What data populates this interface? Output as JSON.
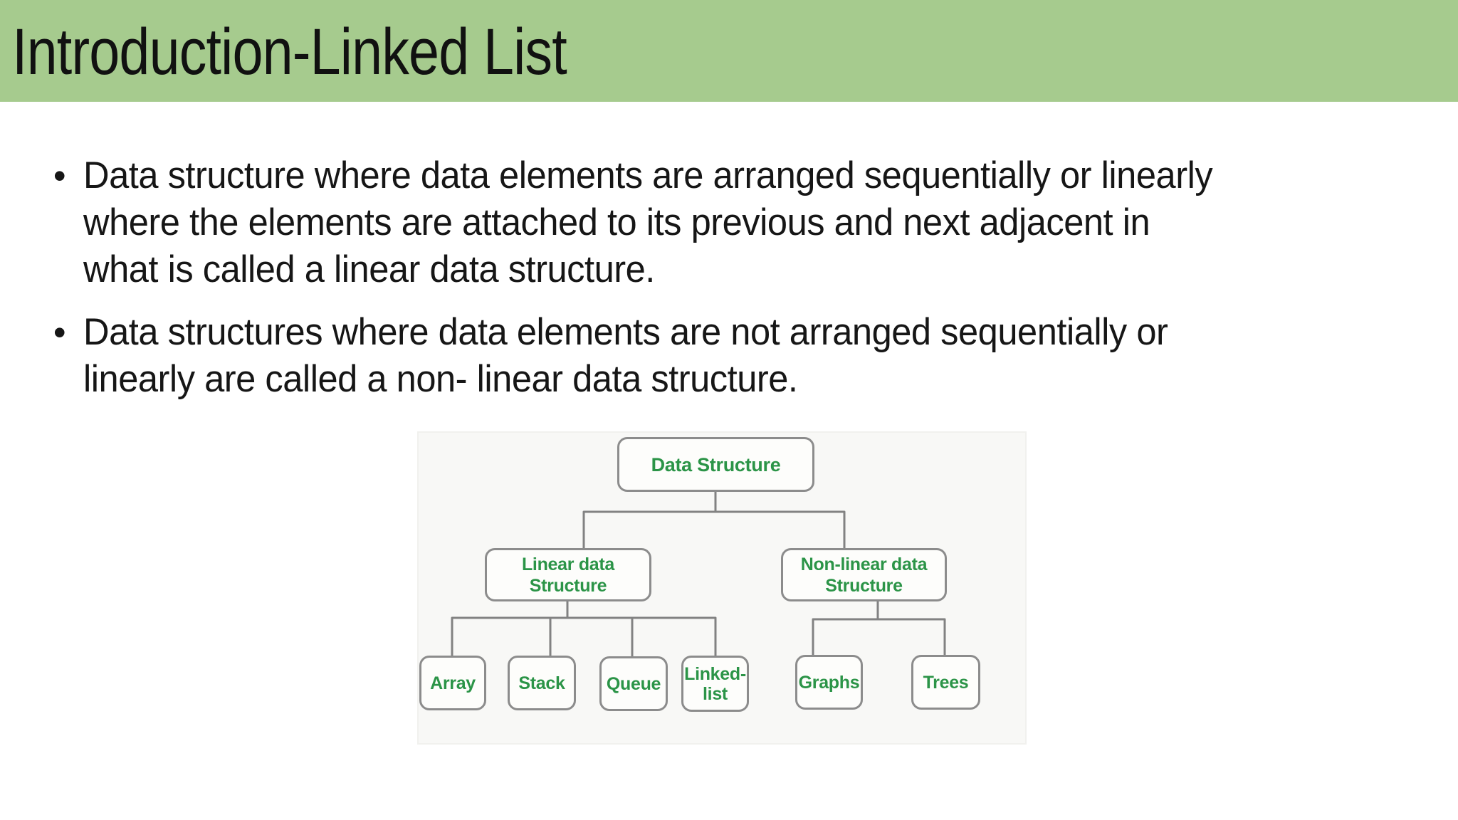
{
  "header": {
    "title": "Introduction-Linked List"
  },
  "bullet_glyph": "•",
  "bullets": [
    {
      "lines": [
        "Data structure where data elements are arranged sequentially or linearly",
        "where the elements are attached to its previous and next adjacent in",
        "what is called a linear data structure."
      ]
    },
    {
      "lines": [
        "Data structures where data elements are not arranged sequentially or",
        "linearly are called a non- linear data structure."
      ]
    }
  ],
  "diagram": {
    "nodes": {
      "root": {
        "label": "Data Structure"
      },
      "linear": {
        "line1": "Linear data",
        "line2": "Structure"
      },
      "nonlinear": {
        "line1": "Non-linear data",
        "line2": "Structure"
      },
      "array": {
        "label": "Array"
      },
      "stack": {
        "label": "Stack"
      },
      "queue": {
        "label": "Queue"
      },
      "linkedlist": {
        "line1": "Linked-",
        "line2": "list"
      },
      "graphs": {
        "label": "Graphs"
      },
      "trees": {
        "label": "Trees"
      }
    },
    "hierarchy": {
      "Data Structure": {
        "Linear data Structure": [
          "Array",
          "Stack",
          "Queue",
          "Linked-list"
        ],
        "Non-linear data Structure": [
          "Graphs",
          "Trees"
        ]
      }
    }
  },
  "colors": {
    "header_bg": "#a6cb8e",
    "title_text": "#111111",
    "body_text": "#161616",
    "node_text_green": "#2b9447",
    "node_border_gray": "#8c8c8c",
    "connector_gray": "#828282",
    "diagram_bg": "#f8f8f6"
  }
}
